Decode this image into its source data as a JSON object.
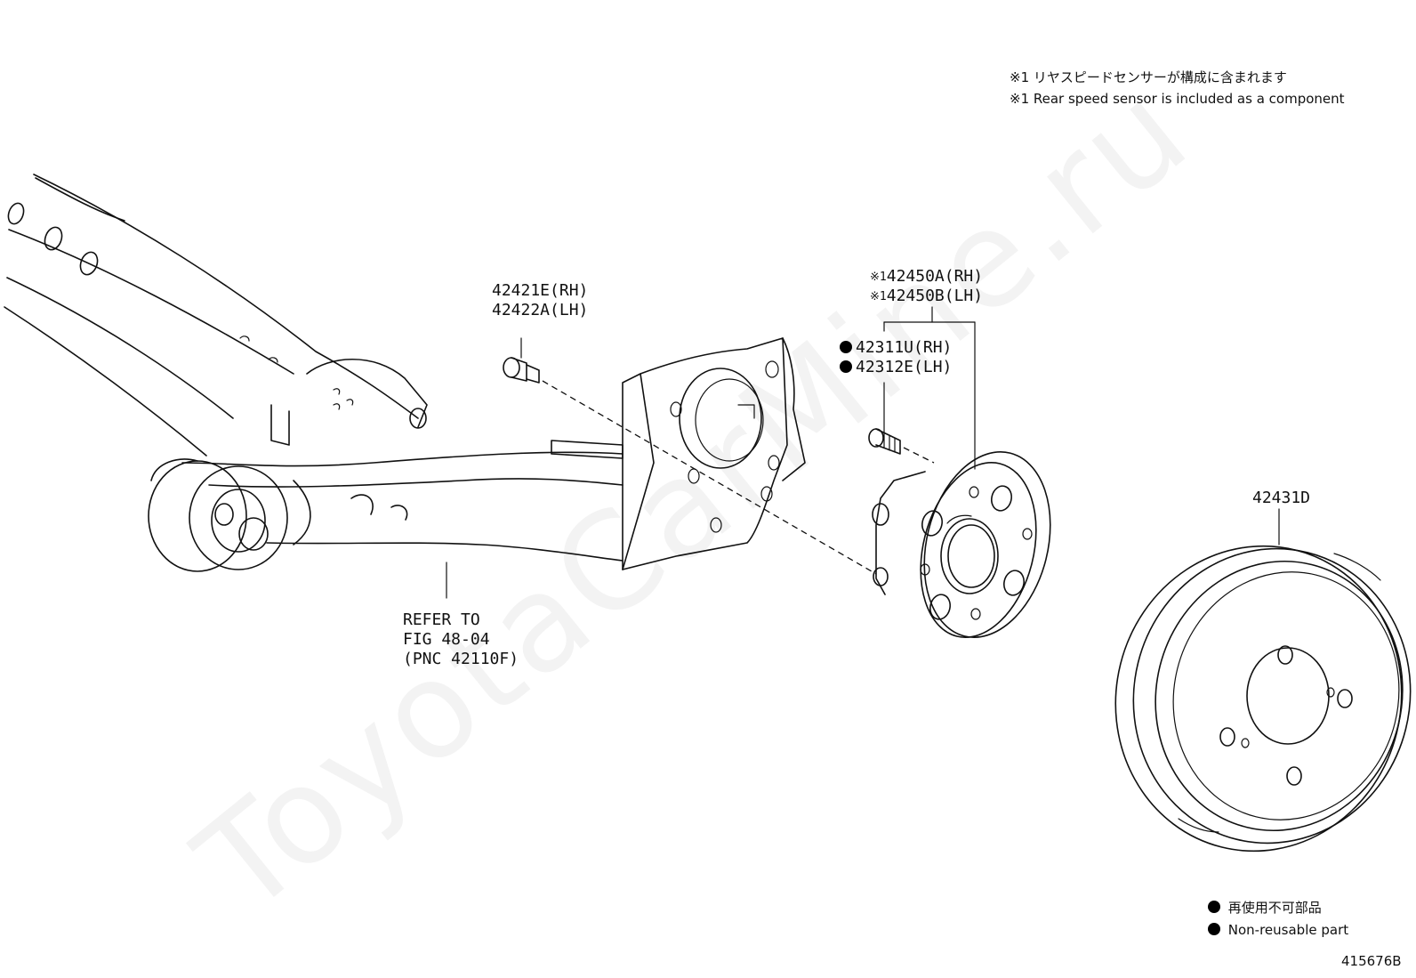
{
  "notes": {
    "sensor_jp": "※1 リヤスピードセンサーが構成に含まれます",
    "sensor_en": "※1 Rear speed sensor is included as a component"
  },
  "callouts": {
    "bolt_rh": "42421E(RH)",
    "bolt_lh": "42422A(LH)",
    "hub_mark": "※1",
    "hub_rh": "42450A(RH)",
    "hub_lh": "42450B(LH)",
    "hubbolt_rh": "42311U(RH)",
    "hubbolt_lh": "42312E(LH)",
    "drum": "42431D",
    "refer_line1": "REFER TO",
    "refer_line2": "FIG 48-04",
    "refer_line3": "(PNC 42110F)"
  },
  "legend": {
    "jp": "再使用不可部品",
    "en": "Non-reusable part"
  },
  "figure_id": "415676B",
  "watermark": "ToyotaCarMine.ru"
}
